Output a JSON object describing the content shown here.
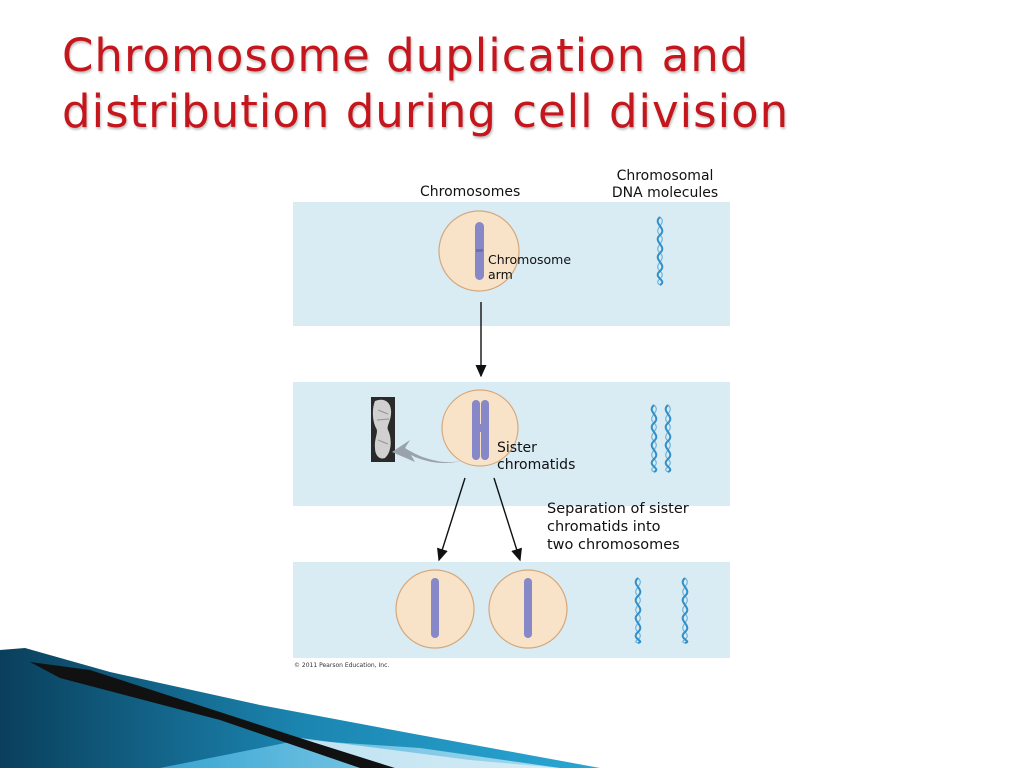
{
  "slide": {
    "title_line1": "Chromosome duplication and",
    "title_line2": "distribution during cell division"
  },
  "diagram": {
    "col_header_chromosomes": "Chromosomes",
    "col_header_dna_line1": "Chromosomal",
    "col_header_dna_line2": "DNA molecules",
    "label_chromosome_arm_line1": "Chromosome",
    "label_chromosome_arm_line2": "arm",
    "label_sister_line1": "Sister",
    "label_sister_line2": "chromatids",
    "label_separation_line1": "Separation of sister",
    "label_separation_line2": "chromatids into",
    "label_separation_line3": "two chromosomes",
    "copyright": "© 2011 Pearson Education, Inc."
  },
  "colors": {
    "title": "#c4161c",
    "panel": "#d9ebf3",
    "cell_fill": "#f8e3c8",
    "cell_stroke": "#d5a87c",
    "chromosome": "#8688c8",
    "dna": "#2f8fc9"
  }
}
